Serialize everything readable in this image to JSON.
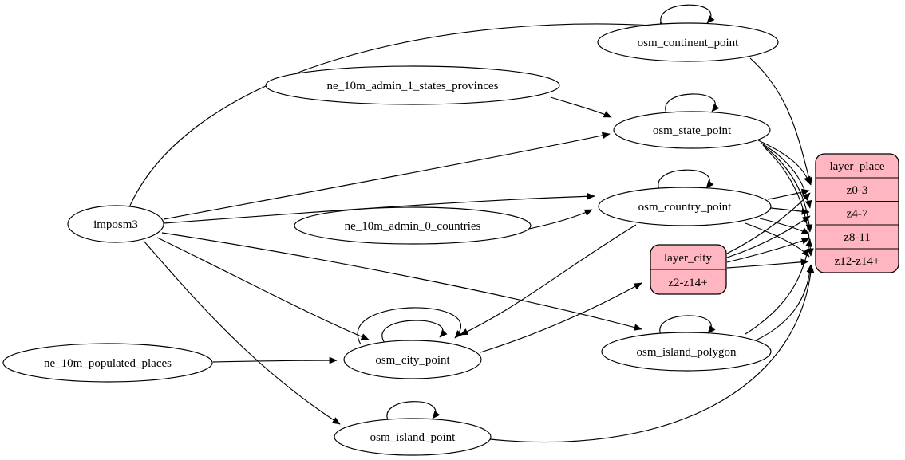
{
  "graph": {
    "kind": "etl-dependency-diagram",
    "background_color": "#ffffff",
    "edge_color": "#000000",
    "table_node_fill": "#ffffff",
    "layer_record_fill": "#ffb6c1",
    "nodes": {
      "imposm3": {
        "label": "imposm3",
        "shape": "ellipse"
      },
      "ne_10m_admin_1_states_provinces": {
        "label": "ne_10m_admin_1_states_provinces",
        "shape": "ellipse"
      },
      "ne_10m_admin_0_countries": {
        "label": "ne_10m_admin_0_countries",
        "shape": "ellipse"
      },
      "ne_10m_populated_places": {
        "label": "ne_10m_populated_places",
        "shape": "ellipse"
      },
      "osm_continent_point": {
        "label": "osm_continent_point",
        "shape": "ellipse"
      },
      "osm_state_point": {
        "label": "osm_state_point",
        "shape": "ellipse"
      },
      "osm_country_point": {
        "label": "osm_country_point",
        "shape": "ellipse"
      },
      "osm_city_point": {
        "label": "osm_city_point",
        "shape": "ellipse"
      },
      "osm_island_polygon": {
        "label": "osm_island_polygon",
        "shape": "ellipse"
      },
      "osm_island_point": {
        "label": "osm_island_point",
        "shape": "ellipse"
      }
    },
    "records": {
      "layer_city": {
        "title": "layer_city",
        "rows": [
          "z2-z14+"
        ]
      },
      "layer_place": {
        "title": "layer_place",
        "rows": [
          "z0-3",
          "z4-7",
          "z8-11",
          "z12-z14+"
        ]
      }
    },
    "edges": [
      {
        "from": "imposm3",
        "to": "osm_continent_point"
      },
      {
        "from": "imposm3",
        "to": "osm_state_point"
      },
      {
        "from": "imposm3",
        "to": "osm_country_point"
      },
      {
        "from": "imposm3",
        "to": "osm_city_point"
      },
      {
        "from": "imposm3",
        "to": "osm_island_polygon"
      },
      {
        "from": "imposm3",
        "to": "osm_island_point"
      },
      {
        "from": "ne_10m_admin_1_states_provinces",
        "to": "osm_state_point"
      },
      {
        "from": "ne_10m_admin_0_countries",
        "to": "osm_country_point"
      },
      {
        "from": "ne_10m_populated_places",
        "to": "osm_city_point"
      },
      {
        "from": "osm_continent_point",
        "to": "osm_continent_point",
        "self_loop": true
      },
      {
        "from": "osm_state_point",
        "to": "osm_state_point",
        "self_loop": true
      },
      {
        "from": "osm_country_point",
        "to": "osm_country_point",
        "self_loop": true
      },
      {
        "from": "osm_city_point",
        "to": "osm_city_point",
        "self_loop": true
      },
      {
        "from": "osm_city_point",
        "to": "osm_city_point",
        "self_loop": true
      },
      {
        "from": "osm_island_polygon",
        "to": "osm_island_polygon",
        "self_loop": true
      },
      {
        "from": "osm_island_point",
        "to": "osm_island_point",
        "self_loop": true
      },
      {
        "from": "osm_country_point",
        "to": "osm_city_point"
      },
      {
        "from": "osm_city_point",
        "to": "layer_city",
        "to_port": "z2-z14+"
      },
      {
        "from": "osm_continent_point",
        "to": "layer_place",
        "to_port": "z0-3"
      },
      {
        "from": "osm_state_point",
        "to": "layer_place",
        "to_port": "z0-3"
      },
      {
        "from": "osm_state_point",
        "to": "layer_place",
        "to_port": "z4-7"
      },
      {
        "from": "osm_state_point",
        "to": "layer_place",
        "to_port": "z8-11"
      },
      {
        "from": "osm_state_point",
        "to": "layer_place",
        "to_port": "z12-z14+"
      },
      {
        "from": "osm_country_point",
        "to": "layer_place",
        "to_port": "z0-3"
      },
      {
        "from": "osm_country_point",
        "to": "layer_place",
        "to_port": "z4-7"
      },
      {
        "from": "osm_country_point",
        "to": "layer_place",
        "to_port": "z8-11"
      },
      {
        "from": "osm_country_point",
        "to": "layer_place",
        "to_port": "z12-z14+"
      },
      {
        "from": "layer_city",
        "to": "layer_place",
        "to_port": "z0-3"
      },
      {
        "from": "layer_city",
        "to": "layer_place",
        "to_port": "z4-7"
      },
      {
        "from": "layer_city",
        "to": "layer_place",
        "to_port": "z8-11"
      },
      {
        "from": "layer_city",
        "to": "layer_place",
        "to_port": "z12-z14+"
      },
      {
        "from": "osm_island_polygon",
        "to": "layer_place",
        "to_port": "z8-11"
      },
      {
        "from": "osm_island_polygon",
        "to": "layer_place",
        "to_port": "z12-z14+"
      },
      {
        "from": "osm_island_point",
        "to": "layer_place",
        "to_port": "z12-z14+"
      }
    ]
  }
}
